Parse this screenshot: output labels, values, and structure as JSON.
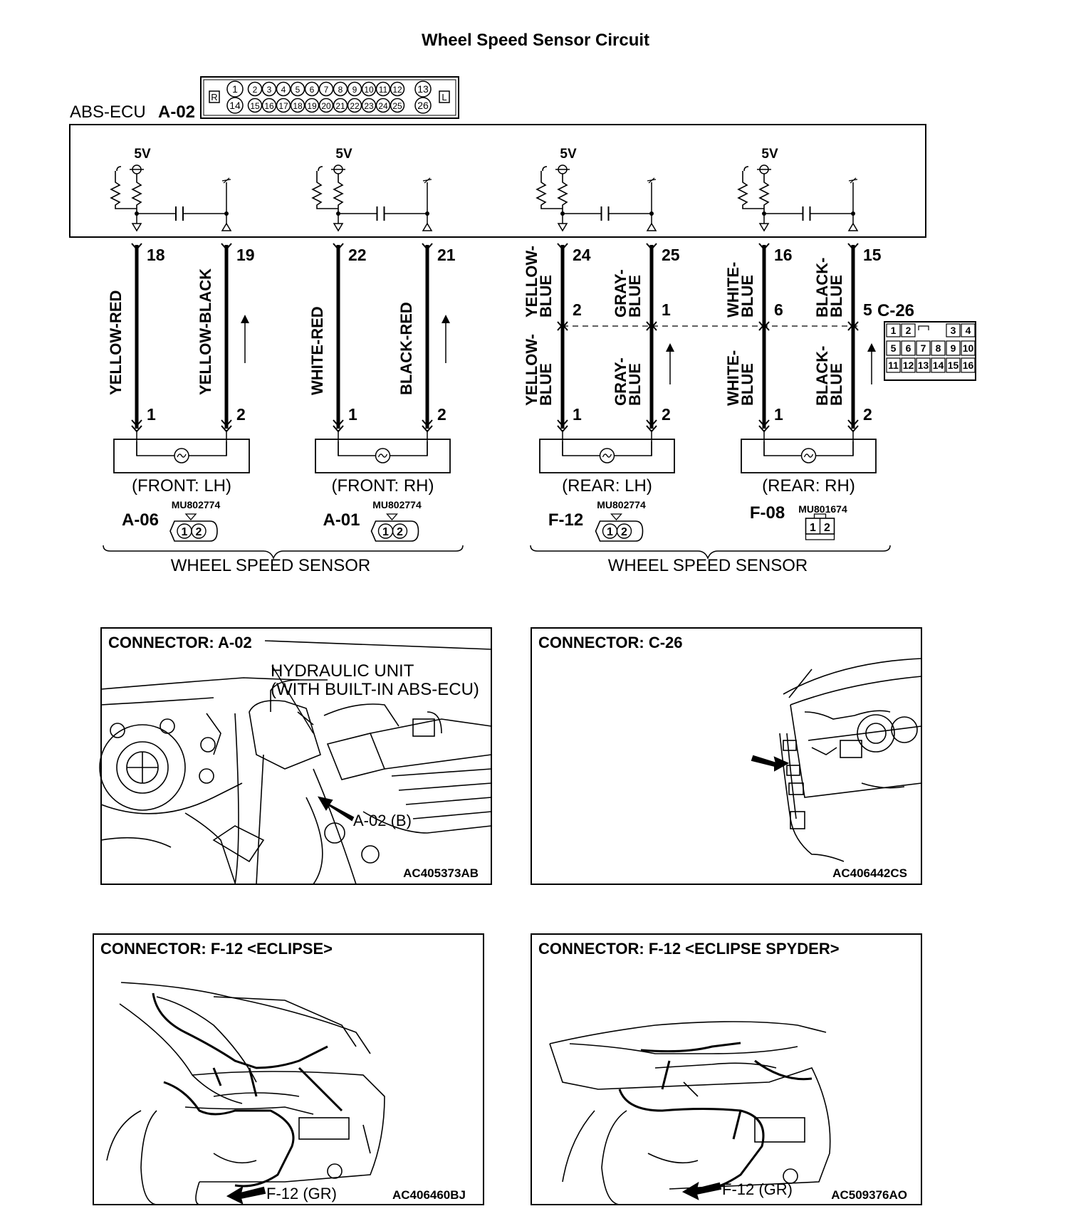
{
  "title": "Wheel Speed Sensor Circuit",
  "ecu": {
    "label": "ABS-ECU",
    "connector": "A-02",
    "pin_row1": [
      "1",
      "2",
      "3",
      "4",
      "5",
      "6",
      "7",
      "8",
      "9",
      "10",
      "11",
      "12",
      "13"
    ],
    "pin_row2": [
      "14",
      "15",
      "16",
      "17",
      "18",
      "19",
      "20",
      "21",
      "22",
      "23",
      "24",
      "25",
      "26"
    ],
    "left_mark": "R",
    "right_mark": "L"
  },
  "supply_voltage": "5V",
  "circuits": [
    {
      "pin_a": "18",
      "pin_b": "19",
      "wire_a": "YELLOW-RED",
      "wire_b": "YELLOW-BLACK",
      "sensor_pin_a": "1",
      "sensor_pin_b": "2",
      "position": "(FRONT: LH)",
      "connector": "A-06",
      "part": "MU802774"
    },
    {
      "pin_a": "22",
      "pin_b": "21",
      "wire_a": "WHITE-RED",
      "wire_b": "BLACK-RED",
      "sensor_pin_a": "1",
      "sensor_pin_b": "2",
      "position": "(FRONT: RH)",
      "connector": "A-01",
      "part": "MU802774"
    },
    {
      "pin_a": "24",
      "pin_b": "25",
      "wire_a": "YELLOW-BLUE",
      "wire_b": "GRAY-BLUE",
      "mid_pin_a": "2",
      "mid_pin_b": "1",
      "sensor_pin_a": "1",
      "sensor_pin_b": "2",
      "position": "(REAR: LH)",
      "connector": "F-12",
      "part": "MU802774"
    },
    {
      "pin_a": "16",
      "pin_b": "15",
      "wire_a": "WHITE-BLUE",
      "wire_b": "BLACK-BLUE",
      "mid_pin_a": "6",
      "mid_pin_b": "5",
      "sensor_pin_a": "1",
      "sensor_pin_b": "2",
      "position": "(REAR: RH)",
      "connector": "F-08",
      "part": "MU801674"
    }
  ],
  "wire_lines": {
    "c1a": [
      "YELLOW-",
      "RED"
    ],
    "c1b": [
      "YELLOW-",
      "BLACK"
    ],
    "c2a": [
      "WHITE-",
      "RED"
    ],
    "c2b": [
      "BLACK-",
      "RED"
    ],
    "c3a": [
      "YELLOW-",
      "BLUE"
    ],
    "c3b": [
      "GRAY-",
      "BLUE"
    ],
    "c4a": [
      "WHITE-",
      "BLUE"
    ],
    "c4b": [
      "BLACK-",
      "BLUE"
    ]
  },
  "intermediate_connector": {
    "label": "C-26",
    "row1": [
      "1",
      "2",
      "",
      "3",
      "4"
    ],
    "row2": [
      "5",
      "6",
      "7",
      "8",
      "9",
      "10"
    ],
    "row3": [
      "11",
      "12",
      "13",
      "14",
      "15",
      "16"
    ]
  },
  "sensor_group_label": "WHEEL SPEED SENSOR",
  "panels": [
    {
      "title": "CONNECTOR: A-02",
      "callout_line1": "HYDRAULIC UNIT",
      "callout_line2": "(WITH BUILT-IN ABS-ECU)",
      "arrow_label": "A-02 (B)",
      "code": "AC405373AB"
    },
    {
      "title": "CONNECTOR: C-26",
      "code": "AC406442CS"
    },
    {
      "title": "CONNECTOR: F-12 <ECLIPSE>",
      "arrow_label": "F-12 (GR)",
      "code": "AC406460BJ"
    },
    {
      "title": "CONNECTOR: F-12 <ECLIPSE SPYDER>",
      "arrow_label": "F-12 (GR)",
      "code": "AC509376AO"
    }
  ]
}
